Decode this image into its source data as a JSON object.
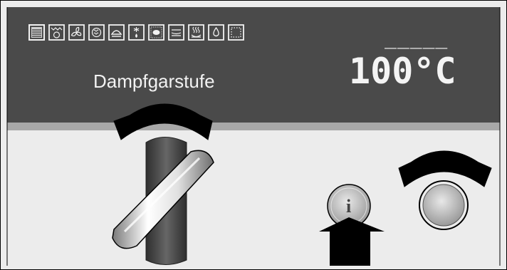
{
  "display": {
    "mode_label": "Dampfgarstufe",
    "temperature": "100°C",
    "dash_line": "_____"
  },
  "mode_icons": [
    {
      "name": "top-bottom-heat-icon",
      "selected": true
    },
    {
      "name": "fan-grill-icon",
      "selected": false
    },
    {
      "name": "fan-heat-icon",
      "selected": false
    },
    {
      "name": "circulating-air-icon",
      "selected": false
    },
    {
      "name": "bottom-heat-icon",
      "selected": false
    },
    {
      "name": "defrost-icon",
      "selected": false
    },
    {
      "name": "grill-icon",
      "selected": false
    },
    {
      "name": "intensive-bake-icon",
      "selected": false
    },
    {
      "name": "steam-icon",
      "selected": false
    },
    {
      "name": "descaling-drop-icon",
      "selected": false
    },
    {
      "name": "dotted-square-icon",
      "selected": false
    }
  ],
  "controls": {
    "info_button_label": "i"
  },
  "colors": {
    "panel": "#4a4a4a",
    "panel_stripe": "#a8a8a8",
    "background": "#ececec",
    "arrow": "#000000",
    "text": "#f2f2f2"
  }
}
